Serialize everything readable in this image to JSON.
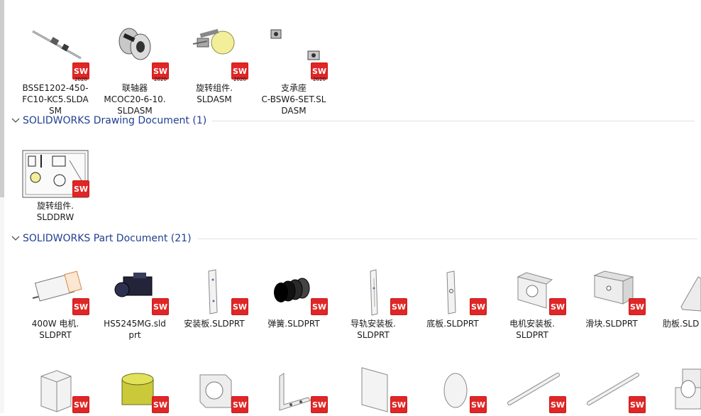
{
  "groups": [
    {
      "title": "SOLIDWORKS Drawing Document (1)"
    },
    {
      "title": "SOLIDWORKS Part Document (21)"
    }
  ],
  "assemblies": [
    {
      "line1": "BSSE1202-450-",
      "line2": "FC10-KC5.SLDA",
      "line3": "SM",
      "icon": "ball-screw-icon",
      "badge": "2020"
    },
    {
      "line1": "联轴器",
      "line2": "MCOC20-6-10.",
      "line3": "SLDASM",
      "icon": "coupling-icon",
      "badge": "2020"
    },
    {
      "line1": "旋转组件.",
      "line2": "SLDASM",
      "line3": "",
      "icon": "rotary-assembly-icon",
      "badge": "2020"
    },
    {
      "line1": "支承座",
      "line2": "C-BSW6-SET.SL",
      "line3": "DASM",
      "icon": "support-block-icon",
      "badge": "2020"
    }
  ],
  "drawings": [
    {
      "line1": "旋转组件.",
      "line2": "SLDDRW",
      "icon": "drawing-sheet-icon"
    }
  ],
  "parts_row1": [
    {
      "line1": "400W 电机.",
      "line2": "SLDPRT",
      "icon": "motor-icon"
    },
    {
      "line1": "HS5245MG.sld",
      "line2": "prt",
      "icon": "servo-icon"
    },
    {
      "line1": "安装板.SLDPRT",
      "line2": "",
      "icon": "mount-plate-icon"
    },
    {
      "line1": "弹簧.SLDPRT",
      "line2": "",
      "icon": "spring-icon"
    },
    {
      "line1": "导轨安装板.",
      "line2": "SLDPRT",
      "icon": "rail-plate-icon"
    },
    {
      "line1": "底板.SLDPRT",
      "line2": "",
      "icon": "base-plate-icon"
    },
    {
      "line1": "电机安装板.",
      "line2": "SLDPRT",
      "icon": "motor-plate-icon"
    },
    {
      "line1": "滑块.SLDPRT",
      "line2": "",
      "icon": "slider-block-icon"
    },
    {
      "line1": "肋板.SLD",
      "line2": "",
      "icon": "rib-plate-icon"
    }
  ],
  "parts_row2": [
    {
      "icon": "cube-part-icon"
    },
    {
      "icon": "cylinder-part-icon"
    },
    {
      "icon": "bearing-block-icon"
    },
    {
      "icon": "angle-bracket-icon"
    },
    {
      "icon": "square-plate-icon"
    },
    {
      "icon": "disc-part-icon"
    },
    {
      "icon": "rod-part-icon"
    },
    {
      "icon": "shaft-part-icon"
    },
    {
      "icon": "flange-part-icon"
    }
  ],
  "colors": {
    "group_title": "#1f3f8f",
    "badge_red": "#d21f1f"
  }
}
